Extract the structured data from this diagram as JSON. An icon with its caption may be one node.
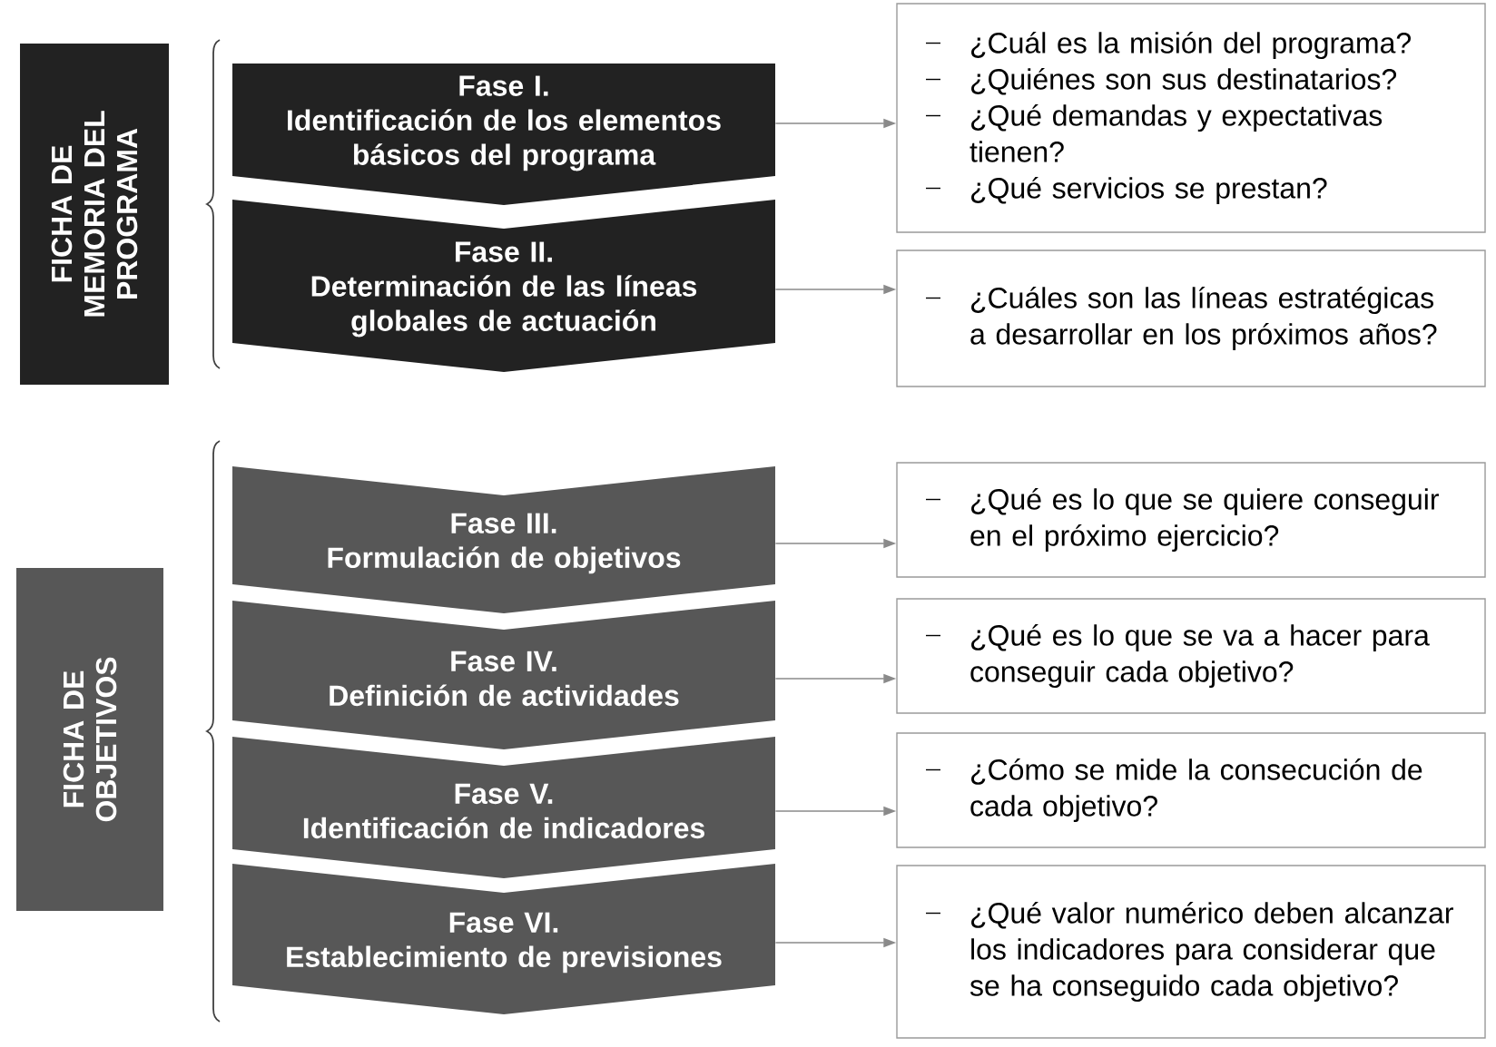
{
  "diagram": {
    "nodes": [
      {
        "text": [
          "FICHA DE MEMORIA DEL PROGRAMA"
        ]
      },
      {
        "text": [
          "FICHA DE OBJETIVOS"
        ]
      },
      {
        "text": [
          "Fase I.",
          "Identificación de los elementos básicos del programa"
        ]
      },
      {
        "text": [
          "Fase II.",
          "Determinación de las líneas globales de actuación"
        ]
      },
      {
        "text": [
          "Fase III.",
          "Formulación de objetivos"
        ]
      },
      {
        "text": [
          "Fase IV.",
          "Definición de actividades"
        ]
      },
      {
        "text": [
          "Fase V.",
          "Identificación de indicadores"
        ]
      },
      {
        "text": [
          "Fase VI.",
          "Establecimiento de previsiones"
        ]
      },
      {
        "text": [
          "¿Cuál es la misión del programa?",
          "¿Quiénes son sus destinatarios?",
          "¿Qué demandas y expectativas tienen?",
          "¿Qué servicios se prestan?"
        ]
      },
      {
        "text": [
          "¿Cuáles son las líneas estratégicas a desarrollar en los próximos años?"
        ]
      },
      {
        "text": [
          "¿Qué es lo que se quiere conseguir en el próximo ejercicio?"
        ]
      },
      {
        "text": [
          "¿Qué es lo que se va a hacer para conseguir cada objetivo?"
        ]
      },
      {
        "text": [
          "¿Cómo se mide la consecución de cada objetivo?"
        ]
      },
      {
        "text": [
          "¿Qué valor numérico deben alcanzar los indicadores para considerar que se ha conseguido cada objetivo?"
        ]
      }
    ],
    "edges": [
      {
        "from": 2,
        "to": 8,
        "arrow": "to"
      },
      {
        "from": 3,
        "to": 9,
        "arrow": "to"
      },
      {
        "from": 4,
        "to": 10,
        "arrow": "to"
      },
      {
        "from": 5,
        "to": 11,
        "arrow": "to"
      },
      {
        "from": 6,
        "to": 12,
        "arrow": "to"
      },
      {
        "from": 7,
        "to": 13,
        "arrow": "to"
      }
    ]
  }
}
